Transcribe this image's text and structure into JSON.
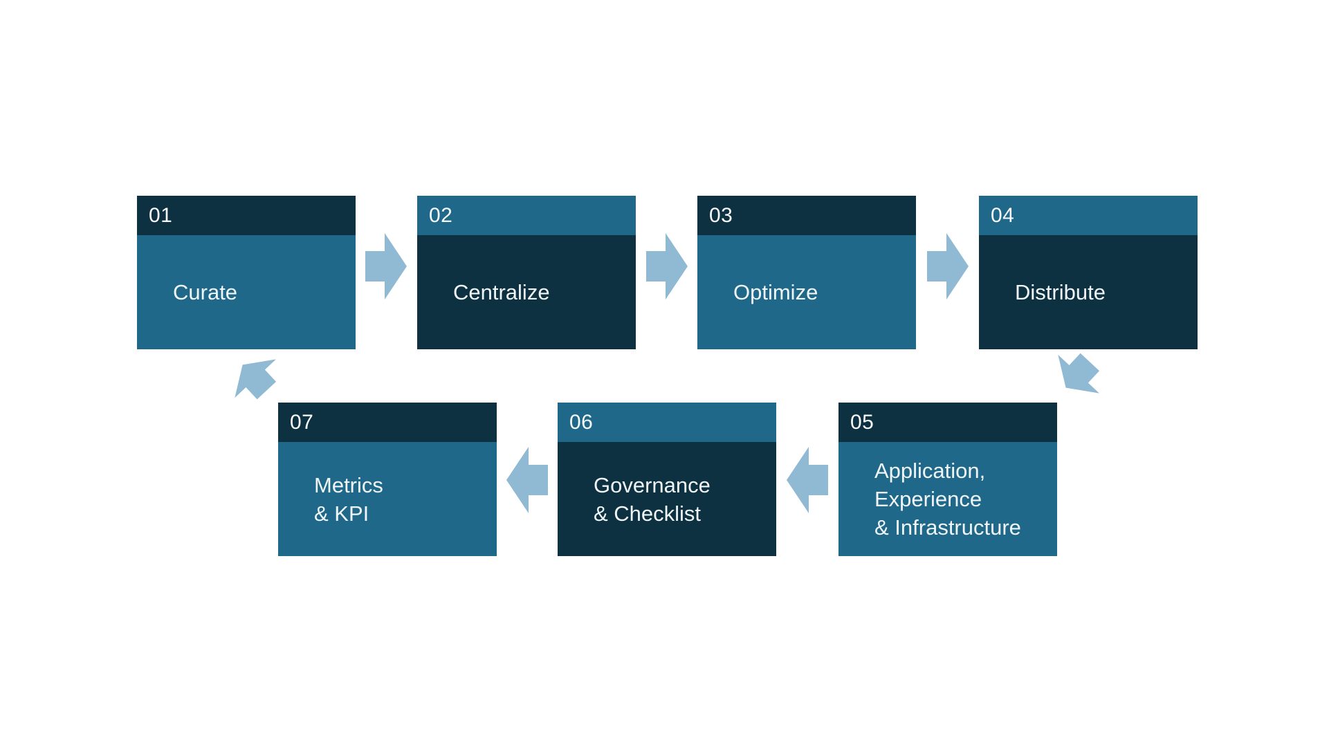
{
  "diagram": {
    "type": "process-cycle",
    "background": "#ffffff",
    "colors": {
      "dark_panel": "#0d3140",
      "medium_panel": "#1f6889",
      "arrow": "#90b9d3",
      "text": "#f0f5f7"
    },
    "steps": [
      {
        "number": "01",
        "label": "Curate",
        "variant": "dark-header"
      },
      {
        "number": "02",
        "label": "Centralize",
        "variant": "light-header"
      },
      {
        "number": "03",
        "label": "Optimize",
        "variant": "dark-header"
      },
      {
        "number": "04",
        "label": "Distribute",
        "variant": "light-header"
      },
      {
        "number": "05",
        "label": "Application,\nExperience\n& Infrastructure",
        "variant": "dark-header"
      },
      {
        "number": "06",
        "label": "Governance\n& Checklist",
        "variant": "light-header"
      },
      {
        "number": "07",
        "label": "Metrics\n& KPI",
        "variant": "dark-header"
      }
    ],
    "connections": [
      {
        "from": "01",
        "to": "02",
        "direction": "right"
      },
      {
        "from": "02",
        "to": "03",
        "direction": "right"
      },
      {
        "from": "03",
        "to": "04",
        "direction": "right"
      },
      {
        "from": "04",
        "to": "05",
        "direction": "down-left"
      },
      {
        "from": "05",
        "to": "06",
        "direction": "left"
      },
      {
        "from": "06",
        "to": "07",
        "direction": "left"
      },
      {
        "from": "07",
        "to": "01",
        "direction": "up-left"
      }
    ],
    "icons": {
      "block_arrow": "solid light-blue block arrow polygon"
    }
  }
}
